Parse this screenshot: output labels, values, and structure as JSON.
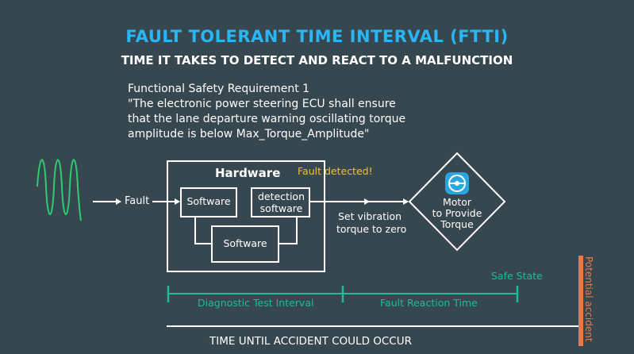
{
  "title": "FAULT TOLERANT TIME INTERVAL (FTTI)",
  "subtitle": "TIME IT TAKES TO DETECT AND REACT TO A MALFUNCTION",
  "requirement": {
    "heading": "Functional Safety Requirement 1",
    "lines": [
      "\"The electronic power steering ECU shall ensure",
      "that the lane departure warning oscillating torque",
      "amplitude is below Max_Torque_Amplitude\""
    ]
  },
  "fault_label": "Fault",
  "hardware_label": "Hardware",
  "fault_detected_label": "Fault detected!",
  "software_left": "Software",
  "detection_software": [
    "detection",
    "software"
  ],
  "software_bottom": "Software",
  "action_label": [
    "Set vibration",
    "torque to zero"
  ],
  "motor_label": [
    "Motor",
    "to Provide",
    "Torque"
  ],
  "safe_state_label": "Safe State",
  "diagnostic_interval_label": "Diagnostic Test Interval",
  "fault_reaction_label": "Fault Reaction Time",
  "timeline_label": "TIME UNTIL ACCIDENT COULD OCCUR",
  "potential_accident_label": "Potential accident",
  "colors": {
    "background": "#37474f",
    "title": "#29b6f6",
    "wave": "#2ecc71",
    "warning": "#f6c02c",
    "interval": "#1abc9c",
    "accident": "#e8794a"
  }
}
